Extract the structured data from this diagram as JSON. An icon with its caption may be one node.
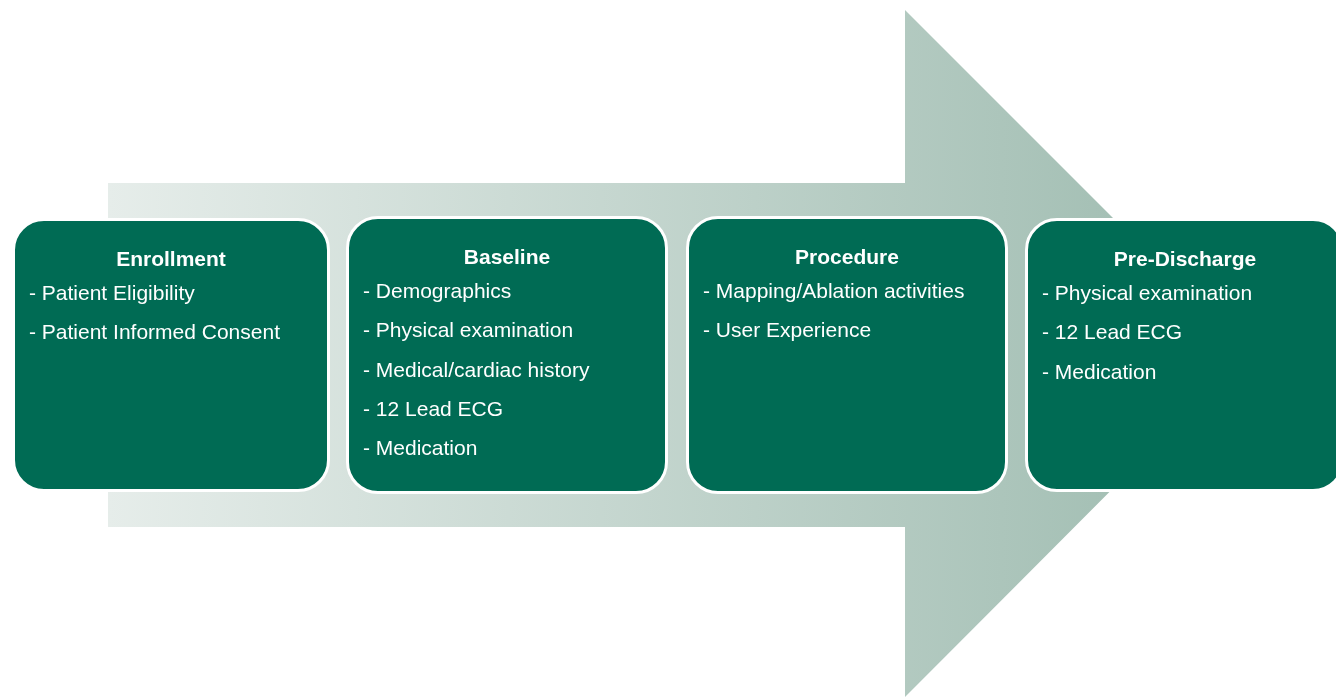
{
  "diagram": {
    "nodes": [
      {
        "text": [
          "Enrollment",
          "- Patient Eligibility",
          "- Patient Informed Consent"
        ]
      },
      {
        "text": [
          "Baseline",
          "- Demographics",
          "- Physical examination",
          "- Medical/cardiac history",
          "- 12 Lead ECG",
          "- Medication"
        ]
      },
      {
        "text": [
          "Procedure",
          "- Mapping/Ablation activities",
          "- User Experience"
        ]
      },
      {
        "text": [
          "Pre-Discharge",
          "- Physical examination",
          "- 12 Lead ECG",
          "- Medication"
        ]
      }
    ],
    "edges": [
      {
        "from": 0,
        "to": 3,
        "arrow": "to"
      }
    ]
  }
}
